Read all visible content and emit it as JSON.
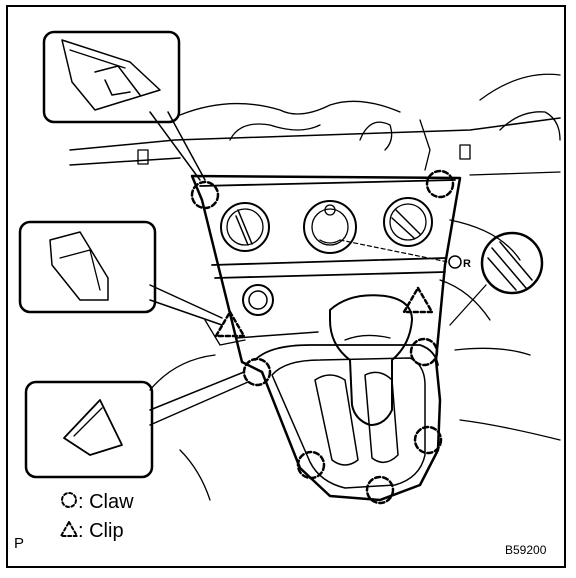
{
  "legend": {
    "claw": {
      "symbol": "◌",
      "label": ": Claw"
    },
    "clip": {
      "symbol": "△",
      "label": ": Clip"
    }
  },
  "corner_letter": "P",
  "figure_code": "B59200",
  "marker_letter": "R"
}
